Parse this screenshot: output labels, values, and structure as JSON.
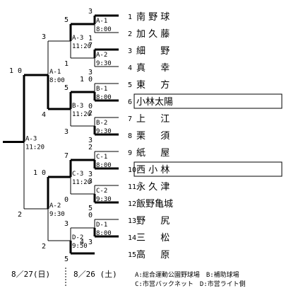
{
  "teams": [
    {
      "no": "1",
      "name": "南 野 球"
    },
    {
      "no": "2",
      "name": "加 久 藤"
    },
    {
      "no": "3",
      "name": "細 　 野"
    },
    {
      "no": "4",
      "name": "真 　 幸"
    },
    {
      "no": "5",
      "name": "東 　 方"
    },
    {
      "no": "6",
      "name": "小林太陽"
    },
    {
      "no": "7",
      "name": "上 　 江"
    },
    {
      "no": "8",
      "name": "栗 　 須"
    },
    {
      "no": "9",
      "name": "紙 　 屋"
    },
    {
      "no": "10",
      "name": "西 小 林"
    },
    {
      "no": "11",
      "name": "永 久 津"
    },
    {
      "no": "12",
      "name": "飯野亀城"
    },
    {
      "no": "13",
      "name": "野 　 尻"
    },
    {
      "no": "14",
      "name": "三 　 松"
    },
    {
      "no": "15",
      "name": "高 　 原"
    }
  ],
  "games": {
    "b1": {
      "id": "A-1",
      "time": "8:00",
      "top": "3",
      "bottom": "1"
    },
    "b2": {
      "id": "A-2",
      "time": "9:30",
      "top": "7",
      "bottom": "3"
    },
    "b3": {
      "id": "B-1",
      "time": "8:00",
      "top": "1 0",
      "bottom": "0"
    },
    "b4": {
      "id": "B-2",
      "time": "9:30",
      "top": "2",
      "bottom": "3"
    },
    "b5": {
      "id": "C-1",
      "time": "8:00",
      "top": "2",
      "bottom": "3"
    },
    "b6": {
      "id": "C-2",
      "time": "9:30",
      "top": "3",
      "bottom": "5"
    },
    "b7": {
      "id": "D-1",
      "time": "8:00",
      "top": "0",
      "bottom": "4 3"
    },
    "q1": {
      "id": "A-3",
      "time": "11:20",
      "top": "5",
      "bottom": "1"
    },
    "q2": {
      "id": "B-3",
      "time": "11:20",
      "top": "5",
      "bottom": "3"
    },
    "q3": {
      "id": "C-3",
      "time": "11:20",
      "top": "7",
      "bottom": "0"
    },
    "q4": {
      "id": "D-2",
      "time": "9:50",
      "top": "3",
      "bottom": "5"
    },
    "s1": {
      "id": "A-1",
      "time": "8:00",
      "top": "3",
      "bottom": "4"
    },
    "s2": {
      "id": "A-2",
      "time": "9:30",
      "top": "1 0",
      "bottom": "2"
    },
    "f": {
      "id": "A-3",
      "time": "11:20",
      "top": "1 0",
      "bottom": "2"
    }
  },
  "dates": {
    "day2": "8／27(日)",
    "day1": "8／26 (土)"
  },
  "legend": {
    "line1": "A:総合運動公園野球場　B:補助球場",
    "line2": "C:市営バックネット　D:市営ライト側"
  },
  "highlight_color": "#000000"
}
